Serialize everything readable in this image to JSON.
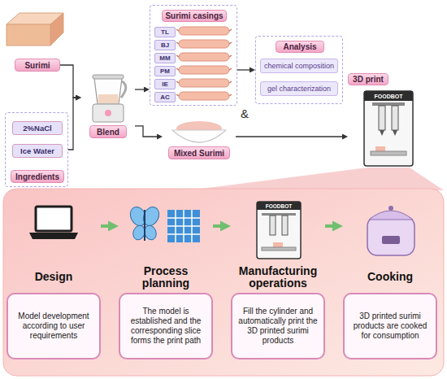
{
  "diagram": {
    "nodes": [
      {
        "text": [
          "Surimi"
        ]
      },
      {
        "text": [
          "Ingredients"
        ]
      },
      {
        "text": [
          "2%NaCl"
        ],
        "in": 1
      },
      {
        "text": [
          "Ice Water"
        ],
        "in": 1
      },
      {
        "text": [
          "Blend"
        ]
      },
      {
        "text": [
          "Surimi casings"
        ]
      },
      {
        "text": [
          "TL"
        ],
        "in": 5
      },
      {
        "text": [
          "BJ"
        ],
        "in": 5
      },
      {
        "text": [
          "MM"
        ],
        "in": 5
      },
      {
        "text": [
          "PM"
        ],
        "in": 5
      },
      {
        "text": [
          "IE"
        ],
        "in": 5
      },
      {
        "text": [
          "AC"
        ],
        "in": 5
      },
      {
        "text": [
          "Mixed Surimi"
        ]
      },
      {
        "text": [
          "Analysis"
        ]
      },
      {
        "text": [
          "chemical composition"
        ],
        "in": 13
      },
      {
        "text": [
          "gel characterization"
        ],
        "in": 13
      },
      {
        "text": [
          "3D print"
        ]
      },
      {
        "text": [
          "Design",
          "Model development according to user requirements"
        ]
      },
      {
        "text": [
          "Process planning",
          "The model is established and the corresponding slice forms the print path"
        ]
      },
      {
        "text": [
          "Manufacturing operations",
          "Fill the cylinder and automatically print the 3D printed surimi products"
        ]
      },
      {
        "text": [
          "Cooking",
          "3D printed surimi products are cooked for consumption"
        ]
      }
    ],
    "edges": [
      {
        "from": 0,
        "to": 4,
        "arrow": "to"
      },
      {
        "from": 1,
        "to": 4,
        "arrow": "to"
      },
      {
        "from": 4,
        "to": 5,
        "arrow": "to"
      },
      {
        "from": 4,
        "to": 12,
        "arrow": "to"
      },
      {
        "from": 5,
        "to": 13,
        "arrow": "to"
      },
      {
        "from": 12,
        "to": 16,
        "arrow": "to"
      },
      {
        "from": 17,
        "to": 18,
        "arrow": "to"
      },
      {
        "from": 18,
        "to": 19,
        "arrow": "to"
      },
      {
        "from": 19,
        "to": 20,
        "arrow": "to"
      }
    ],
    "labels": [
      "&",
      "FOODBOT",
      "FOODBOT"
    ]
  }
}
